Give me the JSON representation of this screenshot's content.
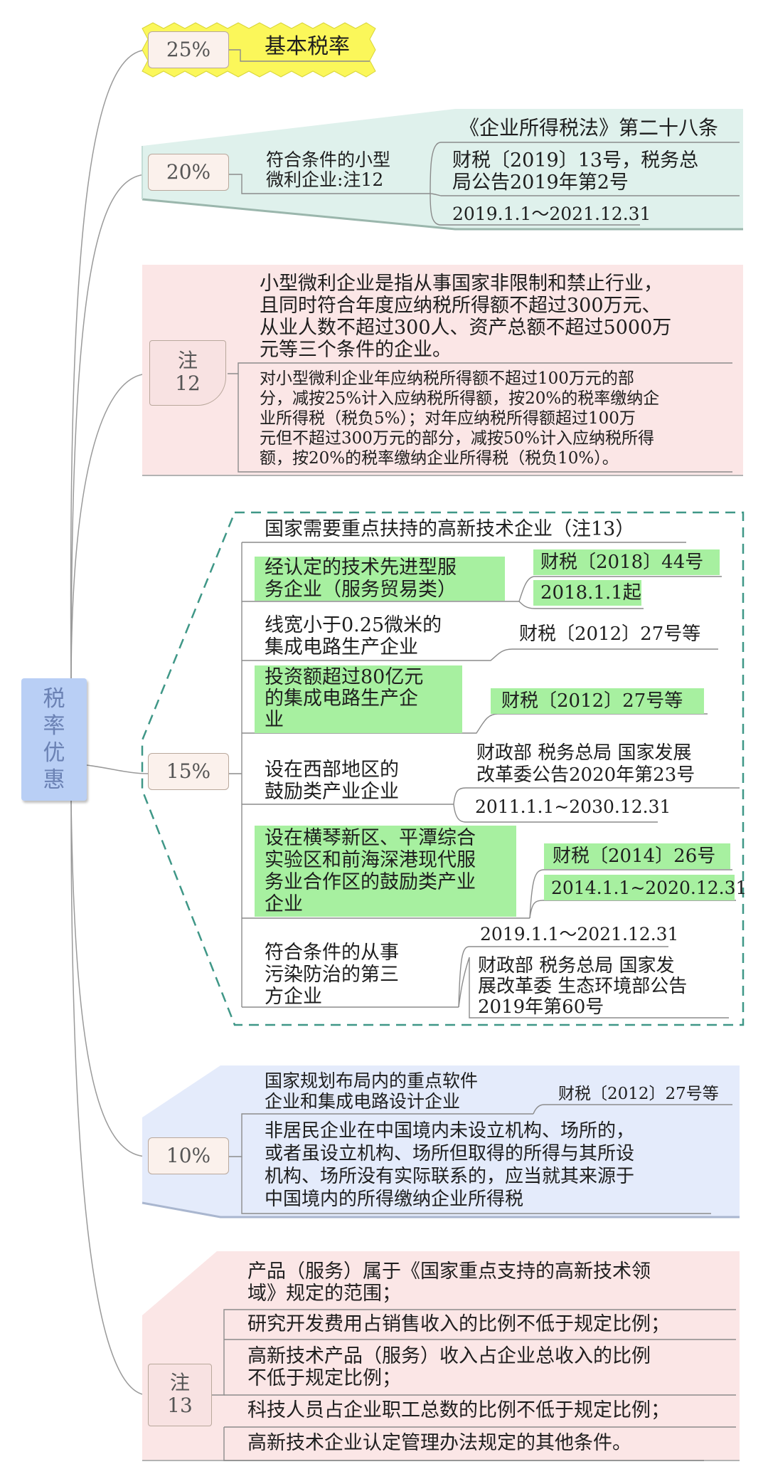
{
  "root": "税率优惠",
  "b25": {
    "rate": "25%",
    "label": "基本税率"
  },
  "b20": {
    "rate": "20%",
    "cond": [
      "符合条件的小型",
      "微利企业:注12"
    ],
    "law": "《企业所得税法》第二十八条",
    "doc": [
      "财税〔2019〕13号，税务总",
      "局公告2019年第2号"
    ],
    "period": "2019.1.1～2021.12.31"
  },
  "n12": {
    "label": [
      "注",
      "12"
    ],
    "def": [
      "小型微利企业是指从事国家非限制和禁止行业，",
      "且同时符合年度应纳税所得额不超过300万元、",
      "从业人数不超过300人、资产总额不超过5000万",
      "元等三个条件的企业。"
    ],
    "rule": [
      "对小型微利企业年应纳税所得额不超过100万元的部",
      "分，减按25%计入应纳税所得额，按20%的税率缴纳企",
      "业所得税（税负5%）；对年应纳税所得额超过100万",
      "元但不超过300万元的部分，减按50%计入应纳税所得",
      "额，按20%的税率缴纳企业所得税（税负10%）。"
    ]
  },
  "b15": {
    "rate": "15%",
    "i1": "国家需要重点扶持的高新技术企业（注13）",
    "i2": [
      "经认定的技术先进型服",
      "务企业（服务贸易类）"
    ],
    "i2doc": "财税〔2018〕44号",
    "i2date": "2018.1.1起",
    "i3": [
      "线宽小于0.25微米的",
      "集成电路生产企业"
    ],
    "i3doc": "财税〔2012〕27号等",
    "i4": [
      "投资额超过80亿元",
      "的集成电路生产企",
      "业"
    ],
    "i4doc": "财税〔2012〕27号等",
    "i5": [
      "设在西部地区的",
      "鼓励类产业企业"
    ],
    "i5doc": [
      "财政部 税务总局 国家发展",
      "改革委公告2020年第23号"
    ],
    "i5date": "2011.1.1~2030.12.31",
    "i6": [
      "设在横琴新区、平潭综合",
      "实验区和前海深港现代服",
      "务业合作区的鼓励类产业",
      "企业"
    ],
    "i6doc": "财税〔2014〕26号",
    "i6date": "2014.1.1~2020.12.31",
    "i7": [
      "符合条件的从事",
      "污染防治的第三",
      "方企业"
    ],
    "i7date": "2019.1.1～2021.12.31",
    "i7doc": [
      "财政部 税务总局 国家发",
      "展改革委 生态环境部公告",
      "2019年第60号"
    ]
  },
  "b10": {
    "rate": "10%",
    "i1": [
      "国家规划布局内的重点软件",
      "企业和集成电路设计企业"
    ],
    "i1doc": "财税〔2012〕27号等",
    "i2": [
      "非居民企业在中国境内未设立机构、场所的，",
      "或者虽设立机构、场所但取得的所得与其所设",
      "机构、场所没有实际联系的，应当就其来源于",
      "中国境内的所得缴纳企业所得税"
    ]
  },
  "n13": {
    "label": [
      "注",
      "13"
    ],
    "c1": [
      "产品（服务）属于《国家重点支持的高新技术领",
      "域》规定的范围；"
    ],
    "c2": "研究开发费用占销售收入的比例不低于规定比例；",
    "c3": [
      "高新技术产品（服务）收入占企业总收入的比例",
      "不低于规定比例；"
    ],
    "c4": "科技人员占企业职工总数的比例不低于规定比例；",
    "c5": "高新技术企业认定管理办法规定的其他条件。"
  }
}
